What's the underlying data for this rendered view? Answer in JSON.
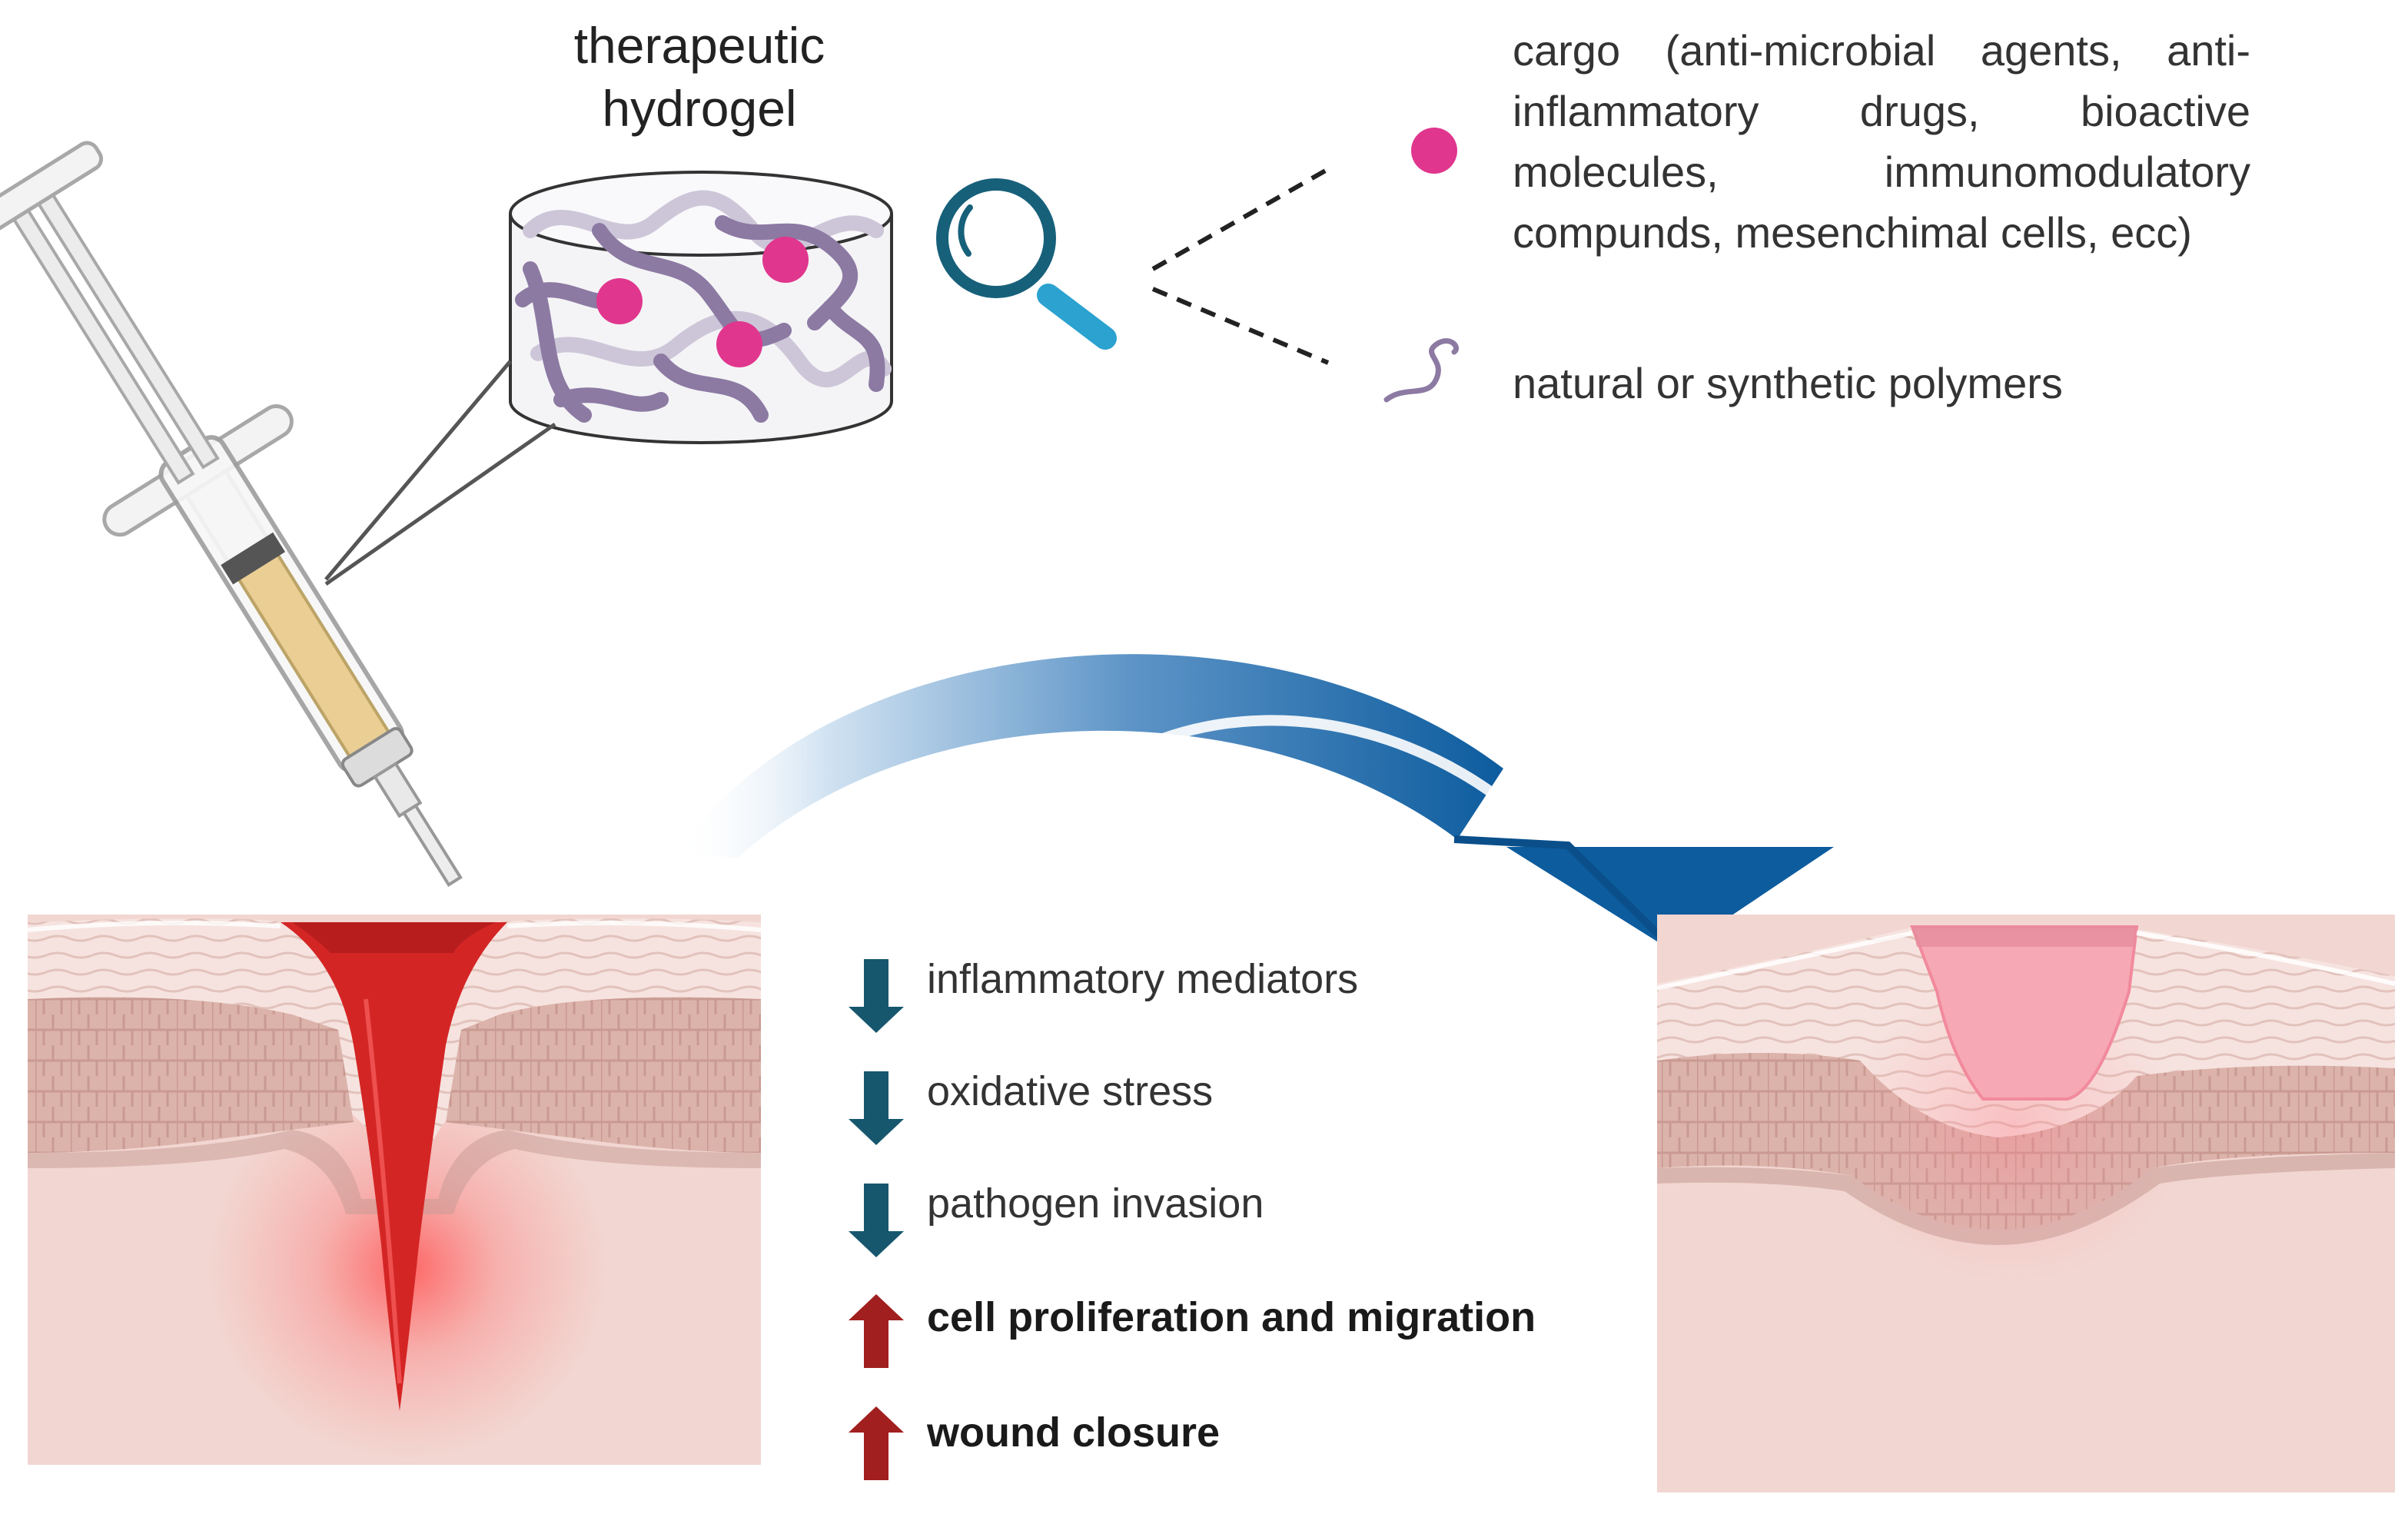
{
  "hydrogel": {
    "title_line1": "therapeutic",
    "title_line2": "hydrogel"
  },
  "legend": {
    "cargo_text": "cargo (anti-microbial agents, anti-inflammatory drugs, bioactive molecules, immunomodulatory compunds, mesenchimal cells, ecc)",
    "polymer_text": "natural or synthetic polymers"
  },
  "effects": [
    {
      "label": "inflammatory mediators",
      "direction": "down",
      "color": "#16576e"
    },
    {
      "label": "oxidative stress",
      "direction": "down",
      "color": "#16576e"
    },
    {
      "label": "pathogen invasion",
      "direction": "down",
      "color": "#16576e"
    },
    {
      "label": "cell proliferation and migration",
      "direction": "up",
      "color": "#a11f1f"
    },
    {
      "label": "wound closure",
      "direction": "up",
      "color": "#a11f1f"
    }
  ],
  "colors": {
    "cargo": "#e0368e",
    "polymer": "#8c7aa3",
    "magnifier": "#17607a",
    "magnifier_handle": "#2ba2cf",
    "wound": "#d42525",
    "healed_wound": "#f7a8b5",
    "transition_arrow": "#0f5f9f",
    "skin_dermis": "#f2d6d1",
    "skin_epidermis": "#d3a79f"
  }
}
